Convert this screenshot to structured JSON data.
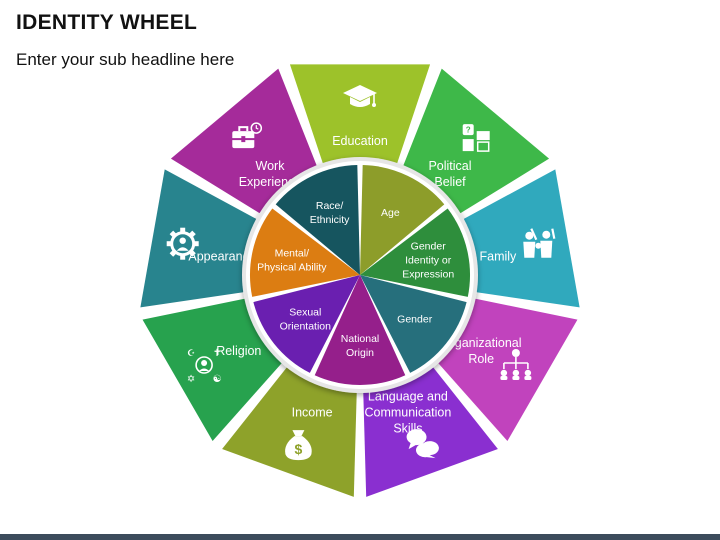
{
  "header": {
    "title": "IDENTITY WHEEL",
    "subtitle": "Enter your sub headline here"
  },
  "wheel": {
    "outer_segments": [
      {
        "lines": [
          "Education"
        ],
        "color": "#9dc22a",
        "icon": "graduation-cap-icon"
      },
      {
        "lines": [
          "Political",
          "Belief"
        ],
        "color": "#3eb849",
        "icon": "political-belief-icon"
      },
      {
        "lines": [
          "Family"
        ],
        "color": "#30a9bd",
        "icon": "family-icon"
      },
      {
        "lines": [
          "Organizational",
          "Role"
        ],
        "color": "#c143bd",
        "icon": "org-chart-icon"
      },
      {
        "lines": [
          "Language and",
          "Communication",
          "Skills"
        ],
        "color": "#8a2fd0",
        "icon": "speech-bubbles-icon"
      },
      {
        "lines": [
          "Income"
        ],
        "color": "#8ea22a",
        "icon": "money-bag-icon"
      },
      {
        "lines": [
          "Religion"
        ],
        "color": "#27a24e",
        "icon": "religion-icon"
      },
      {
        "lines": [
          "Appearance"
        ],
        "color": "#28848e",
        "icon": "appearance-gear-icon"
      },
      {
        "lines": [
          "Work",
          "Experience"
        ],
        "color": "#a52b9a",
        "icon": "briefcase-icon"
      }
    ],
    "inner_segments": [
      {
        "lines": [
          "Age"
        ],
        "color": "#8d9d2a"
      },
      {
        "lines": [
          "Gender",
          "Identity or",
          "Expression"
        ],
        "color": "#2e8e3c"
      },
      {
        "lines": [
          "Gender"
        ],
        "color": "#266f7c"
      },
      {
        "lines": [
          "National",
          "Origin"
        ],
        "color": "#951f8b"
      },
      {
        "lines": [
          "Sexual",
          "Orientation"
        ],
        "color": "#6a1fb0"
      },
      {
        "lines": [
          "Mental/",
          "Physical Ability"
        ],
        "color": "#dc7d12"
      },
      {
        "lines": [
          "Race/",
          "Ethnicity"
        ],
        "color": "#16555f"
      }
    ]
  }
}
